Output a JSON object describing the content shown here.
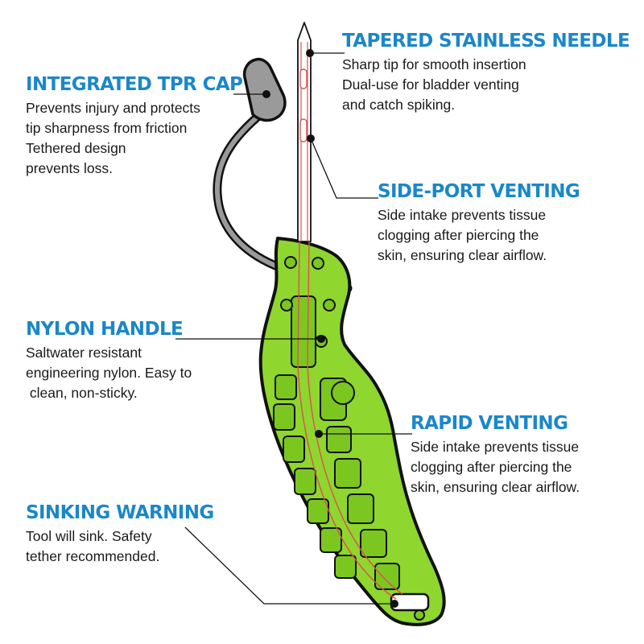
{
  "callouts": {
    "needle": {
      "title": "TAPERED STAINLESS NEEDLE",
      "lines": [
        "Sharp tip for smooth insertion",
        "Dual-use for bladder venting",
        "and catch spiking."
      ]
    },
    "cap": {
      "title": "INTEGRATED TPR CAP",
      "lines": [
        "Prevents injury and protects",
        "tip sharpness from friction",
        "Tethered design",
        "prevents loss."
      ]
    },
    "side_port": {
      "title": "SIDE-PORT VENTING",
      "lines": [
        "Side intake prevents tissue",
        "clogging after piercing the",
        "skin, ensuring clear airflow."
      ]
    },
    "handle": {
      "title": "NYLON HANDLE",
      "lines": [
        "Saltwater resistant",
        "engineering nylon. Easy to",
        " clean, non-sticky."
      ]
    },
    "rapid": {
      "title": "RAPID VENTING",
      "lines": [
        "Side intake prevents tissue",
        "clogging after piercing the",
        "skin, ensuring clear airflow."
      ]
    },
    "sink": {
      "title": "SINKING WARNING",
      "lines": [
        "Tool will sink. Safety",
        "tether recommended."
      ]
    }
  },
  "colors": {
    "title_blue": "#1b87c9",
    "handle_green": "#8fd62e",
    "cap_gray": "#9a9a9a",
    "needle_red": "#d9534f",
    "outline": "#111111"
  }
}
